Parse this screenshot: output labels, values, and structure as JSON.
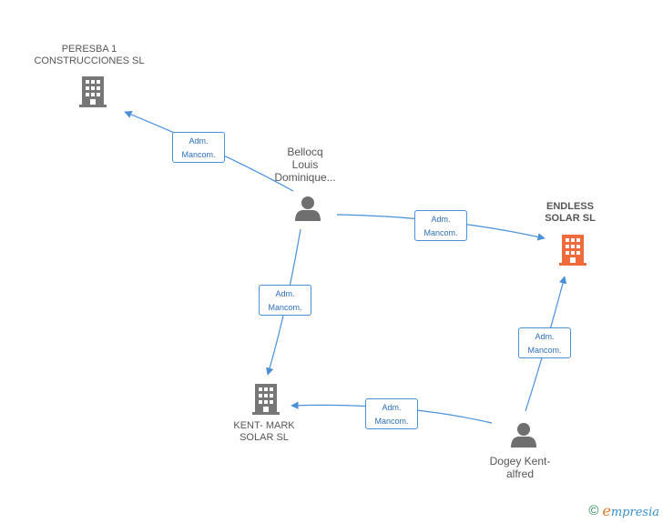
{
  "nodes": {
    "peresba": {
      "line1": "PERESBA 1",
      "line2": "CONSTRUCCIONES SL",
      "kind": "company",
      "color": "#777777"
    },
    "endless": {
      "line1": "ENDLESS",
      "line2": "SOLAR SL",
      "kind": "company",
      "color": "#f06a3c"
    },
    "kent_mark": {
      "line1": "KENT- MARK",
      "line2": "SOLAR SL",
      "kind": "company",
      "color": "#777777"
    },
    "bellocq": {
      "line1": "Bellocq",
      "line2": "Louis",
      "line3": "Dominique...",
      "kind": "person",
      "color": "#777777"
    },
    "dogey": {
      "line1": "Dogey Kent-",
      "line2": "alfred",
      "kind": "person",
      "color": "#777777"
    }
  },
  "edges": [
    {
      "id": "bellocq-peresba",
      "line1": "Adm.",
      "line2": "Mancom."
    },
    {
      "id": "bellocq-endless",
      "line1": "Adm.",
      "line2": "Mancom."
    },
    {
      "id": "bellocq-kentmark",
      "line1": "Adm.",
      "line2": "Mancom."
    },
    {
      "id": "dogey-endless",
      "line1": "Adm.",
      "line2": "Mancom."
    },
    {
      "id": "dogey-kentmark",
      "line1": "Adm.",
      "line2": "Mancom."
    }
  ],
  "colors": {
    "edge": "#4a90d9",
    "edge_label_text": "#2e6fba"
  },
  "footer": {
    "copyright": "©",
    "brand_initial": "e",
    "brand_rest": "mpresia"
  }
}
